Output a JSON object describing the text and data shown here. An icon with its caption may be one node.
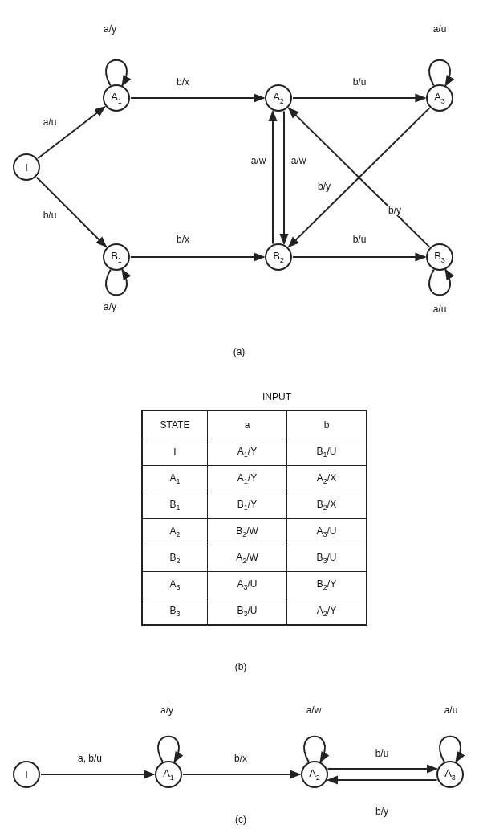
{
  "diagram": {
    "nodes": [
      {
        "text": [
          "I"
        ]
      },
      {
        "text": [
          "A$_{1}$"
        ]
      },
      {
        "text": [
          "A$_{2}$"
        ]
      },
      {
        "text": [
          "A$_{3}$"
        ]
      },
      {
        "text": [
          "B$_{1}$"
        ]
      },
      {
        "text": [
          "B$_{2}$"
        ]
      },
      {
        "text": [
          "B$_{3}$"
        ]
      },
      {
        "text": [
          "I"
        ]
      },
      {
        "text": [
          "A$_{1}$"
        ]
      },
      {
        "text": [
          "A$_{2}$"
        ]
      },
      {
        "text": [
          "A$_{3}$"
        ]
      }
    ],
    "edges": [
      {
        "from": 0,
        "to": 1,
        "arrow": "to",
        "label": "a/u"
      },
      {
        "from": 0,
        "to": 4,
        "arrow": "to",
        "label": "b/u"
      },
      {
        "from": 1,
        "to": 1,
        "arrow": "to",
        "label": "a/y"
      },
      {
        "from": 1,
        "to": 2,
        "arrow": "to",
        "label": "b/x"
      },
      {
        "from": 4,
        "to": 4,
        "arrow": "to",
        "label": "a/y"
      },
      {
        "from": 4,
        "to": 5,
        "arrow": "to",
        "label": "b/x"
      },
      {
        "from": 2,
        "to": 3,
        "arrow": "to",
        "label": "b/u"
      },
      {
        "from": 3,
        "to": 3,
        "arrow": "to",
        "label": "a/u"
      },
      {
        "from": 5,
        "to": 2,
        "arrow": "to",
        "label": "a/w"
      },
      {
        "from": 2,
        "to": 5,
        "arrow": "to",
        "label": "a/w"
      },
      {
        "from": 3,
        "to": 5,
        "arrow": "to",
        "label": "b/y"
      },
      {
        "from": 6,
        "to": 2,
        "arrow": "to",
        "label": "b/y"
      },
      {
        "from": 5,
        "to": 6,
        "arrow": "to",
        "label": "b/u"
      },
      {
        "from": 6,
        "to": 6,
        "arrow": "to",
        "label": "a/u"
      },
      {
        "from": 7,
        "to": 8,
        "arrow": "to",
        "label": "a, b/u"
      },
      {
        "from": 8,
        "to": 8,
        "arrow": "to",
        "label": "a/y"
      },
      {
        "from": 8,
        "to": 9,
        "arrow": "to",
        "label": "b/x"
      },
      {
        "from": 9,
        "to": 9,
        "arrow": "to",
        "label": "a/w"
      },
      {
        "from": 9,
        "to": 10,
        "arrow": "to",
        "label": "b/u"
      },
      {
        "from": 10,
        "to": 10,
        "arrow": "to",
        "label": "a/u"
      },
      {
        "from": 10,
        "to": 9,
        "arrow": "to",
        "label": "b/y"
      }
    ],
    "labels": [
      "(a)",
      "INPUT",
      "STATE",
      "a",
      "b",
      "I",
      "A$_{1}$/Y",
      "B$_{1}$/U",
      "A$_{1}$",
      "A$_{1}$/Y",
      "A$_{2}$/X",
      "B$_{1}$",
      "B$_{1}$/Y",
      "B$_{2}$/X",
      "A$_{2}$",
      "B$_{2}$/W",
      "A$_{3}$/U",
      "B$_{2}$",
      "A$_{2}$/W",
      "B$_{3}$/U",
      "A$_{3}$",
      "A$_{3}$/U",
      "B$_{2}$/Y",
      "B$_{3}$",
      "B$_{3}$/U",
      "A$_{2}$/Y",
      "(b)",
      "(c)"
    ]
  }
}
